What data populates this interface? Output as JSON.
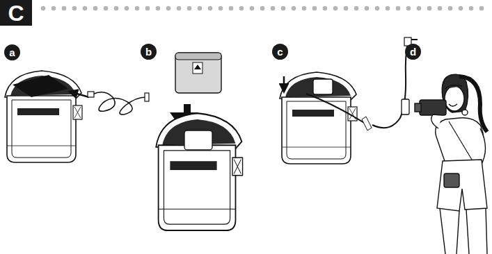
{
  "diagram": {
    "labels": [
      "C",
      "a",
      "b",
      "c",
      "d"
    ]
  }
}
